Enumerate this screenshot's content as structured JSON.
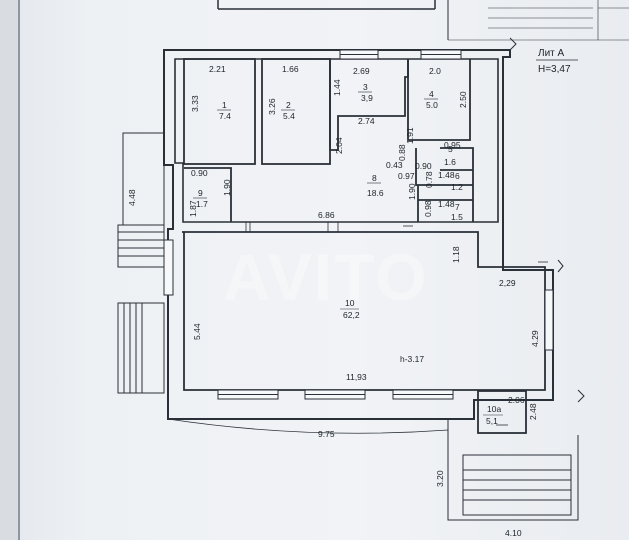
{
  "plan": {
    "lit_label": "Лит А",
    "height_label": "H=3,47",
    "watermark": "AVITO",
    "rooms": [
      {
        "id": "room-1",
        "number": "1",
        "area": "7.4"
      },
      {
        "id": "room-2",
        "number": "2",
        "area": "5.4"
      },
      {
        "id": "room-3",
        "number": "3",
        "area": "3,9"
      },
      {
        "id": "room-4",
        "number": "4",
        "area": "5.0"
      },
      {
        "id": "room-5",
        "number": "5",
        "area": "1.6"
      },
      {
        "id": "room-6",
        "number": "6",
        "area": "1.2"
      },
      {
        "id": "room-7",
        "number": "7",
        "area": "1.5"
      },
      {
        "id": "room-8",
        "number": "8",
        "area": "18.6"
      },
      {
        "id": "room-9",
        "number": "9",
        "area": "1.7"
      },
      {
        "id": "room-10",
        "number": "10",
        "area": "62,2"
      },
      {
        "id": "room-10a",
        "number": "10a",
        "area": "5,1"
      }
    ],
    "dimensions": [
      "2.21",
      "3.33",
      "1.66",
      "3.26",
      "2.69",
      "1.44",
      "2.0",
      "2.50",
      "2.74",
      "2.04",
      "1.91",
      "0.88",
      "0.95",
      "0.43",
      "0.90",
      "0.97",
      "0.78",
      "1.48",
      "1.90",
      "0.98",
      "1.48",
      "0.90",
      "1.87",
      "1.90",
      "4.48",
      "6.86",
      "1.18",
      "2,29",
      "5.44",
      "4.29",
      "11,93",
      "2.06",
      "2.48",
      "9.75",
      "3.20",
      "4.10"
    ],
    "room_height_hall": "h-3.17"
  },
  "colors": {
    "ink": "#1d232a",
    "paper": "#f1f3f6"
  }
}
